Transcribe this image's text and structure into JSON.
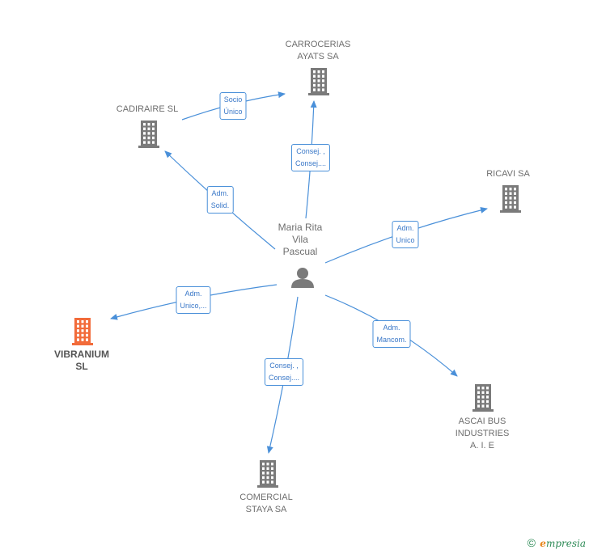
{
  "center": {
    "name": "Maria Rita\nVila\nPascual",
    "icon": "person-icon"
  },
  "companies": [
    {
      "id": "carrocerias",
      "name": "CARROCERIAS\nAYATS SA",
      "highlight": false
    },
    {
      "id": "cadiraire",
      "name": "CADIRAIRE  SL",
      "highlight": false
    },
    {
      "id": "ricavi",
      "name": "RICAVI SA",
      "highlight": false
    },
    {
      "id": "vibranium",
      "name": "VIBRANIUM\nSL",
      "highlight": true
    },
    {
      "id": "ascai",
      "name": "ASCAI BUS\nINDUSTRIES\nA.  I. E",
      "highlight": false
    },
    {
      "id": "comercial",
      "name": "COMERCIAL\nSTAYA SA",
      "highlight": false
    }
  ],
  "relations": [
    {
      "from": "center",
      "to": "carrocerias",
      "label": "Consej. ,\nConsej...."
    },
    {
      "from": "center",
      "to": "cadiraire",
      "label": "Adm.\nSolid."
    },
    {
      "from": "cadiraire",
      "to": "carrocerias",
      "label": "Socio\nÚnico"
    },
    {
      "from": "center",
      "to": "ricavi",
      "label": "Adm.\nUnico"
    },
    {
      "from": "center",
      "to": "vibranium",
      "label": "Adm.\nUnico,..."
    },
    {
      "from": "center",
      "to": "ascai",
      "label": "Adm.\nMancom."
    },
    {
      "from": "center",
      "to": "comercial",
      "label": "Consej. ,\nConsej...."
    }
  ],
  "colors": {
    "edge": "#4a90d9",
    "building": "#7a7a7a",
    "highlight": "#f26b3a",
    "person": "#7a7a7a"
  },
  "footer": {
    "copyright": "©",
    "brand_first": "e",
    "brand_rest": "mpresia"
  }
}
